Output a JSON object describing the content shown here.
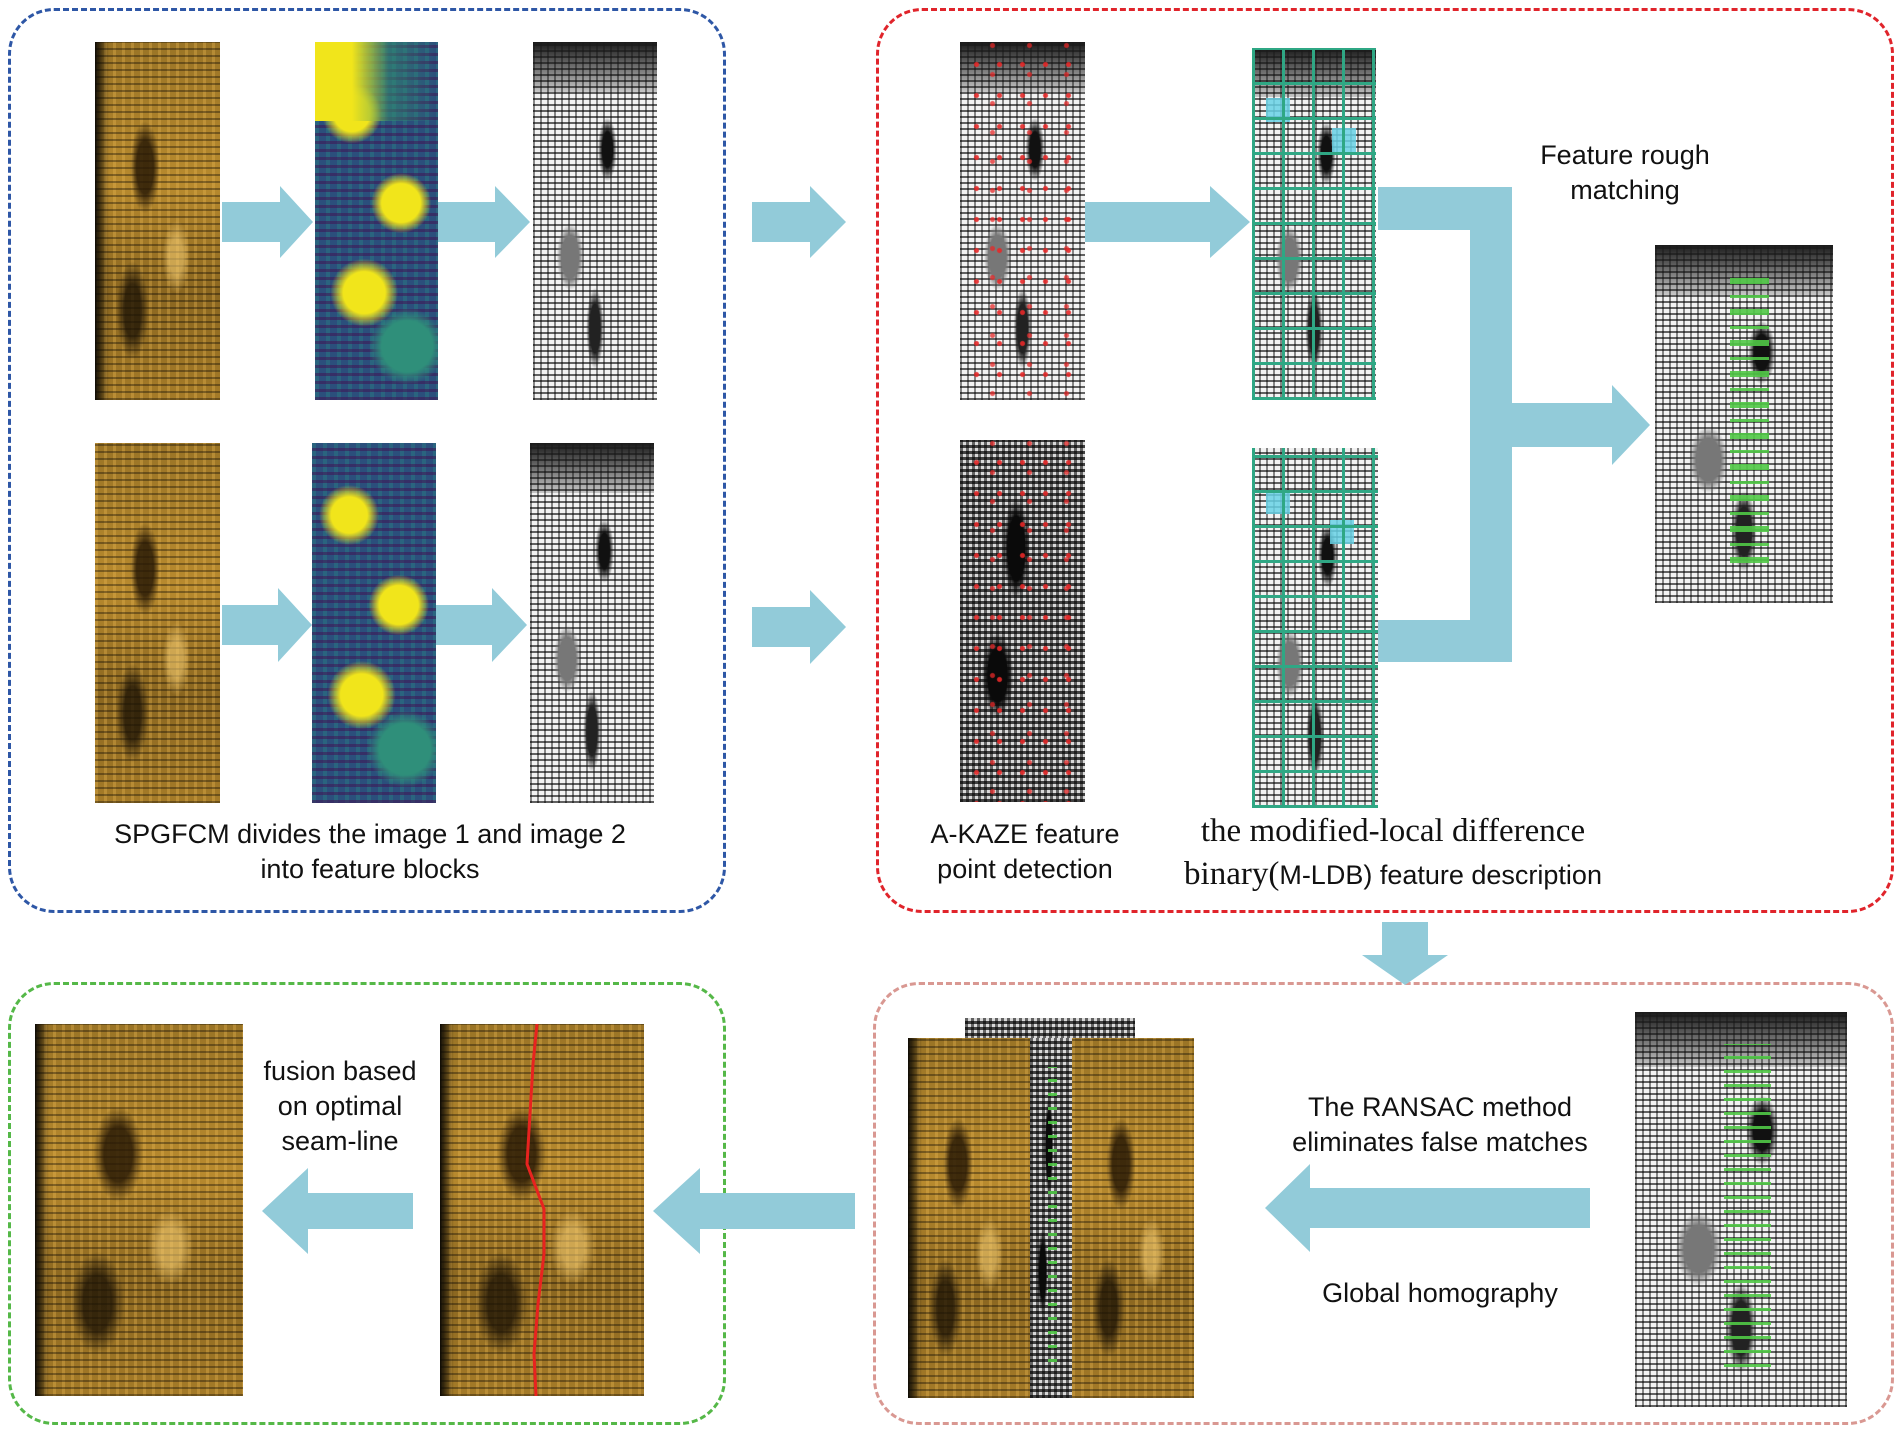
{
  "labels": {
    "spgfcm_line1": "SPGFCM divides the image 1 and  image 2",
    "spgfcm_line2": "into feature blocks",
    "akaze_line1": "A-KAZE feature",
    "akaze_line2": "point detection",
    "mldb_line1": "the modified-local difference",
    "mldb_line2_serif": "binary(",
    "mldb_line2_rest": "M-LDB) feature description",
    "rough_line1": "Feature rough",
    "rough_line2": "matching",
    "ransac_line1": "The RANSAC method",
    "ransac_line2": "eliminates false matches",
    "homography": "Global homography",
    "fusion_line1": "fusion based",
    "fusion_line2": "on optimal",
    "fusion_line3": "seam-line"
  },
  "colors": {
    "arrow": "#92cbd9",
    "panel_preprocess": "#2e57a6",
    "panel_feature": "#e0242b",
    "panel_ransac": "#d99892",
    "panel_fusion": "#55b848",
    "grid": "#2fa784",
    "seam": "#e8231f"
  }
}
